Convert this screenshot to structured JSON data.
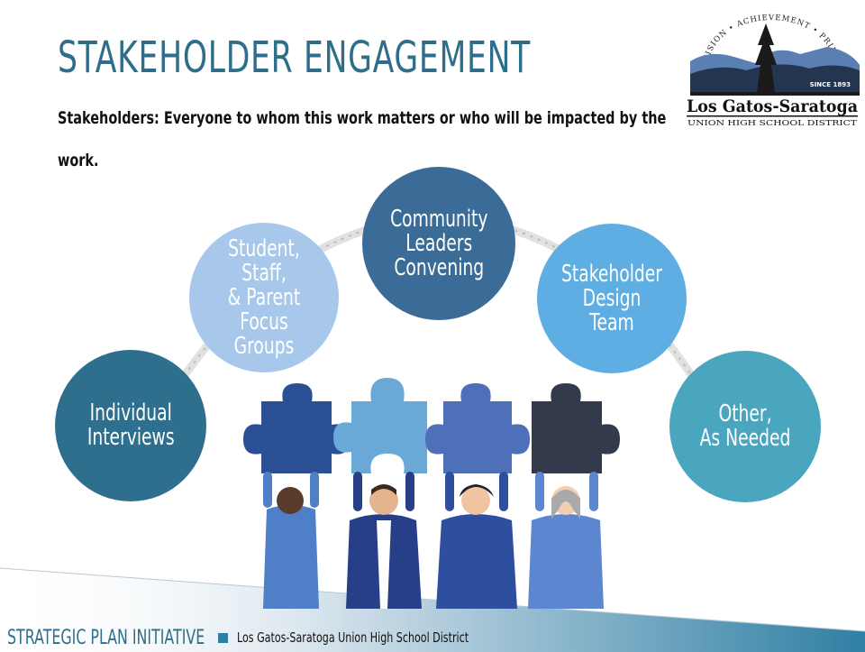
{
  "slide": {
    "title": "STAKEHOLDER ENGAGEMENT",
    "subtitle": "Stakeholders: Everyone to whom this work matters or who will be impacted by the work."
  },
  "logo": {
    "arc_text": "VISION • ACHIEVEMENT • PRIDE",
    "since": "SINCE 1893",
    "name": "Los Gatos-Saratoga",
    "district": "UNION HIGH SCHOOL DISTRICT"
  },
  "engagement_items": [
    {
      "label": "Individual\nInterviews",
      "color": "#2f6f8e"
    },
    {
      "label": "Student, Staff,\n& Parent Focus\nGroups",
      "color": "#a7c8ea"
    },
    {
      "label": "Community\nLeaders\nConvening",
      "color": "#3b6c98"
    },
    {
      "label": "Stakeholder\nDesign Team",
      "color": "#5faee3"
    },
    {
      "label": "Other,\nAs Needed",
      "color": "#4aa5bf"
    }
  ],
  "illustration": {
    "icon": "people-holding-puzzle-pieces-illustration",
    "puzzle_colors": [
      "#2b4f94",
      "#6aa8d8",
      "#4d70b8",
      "#323a4c"
    ]
  },
  "footer": {
    "initiative": "STRATEGIC PLAN INITIATIVE",
    "organization": "Los Gatos-Saratoga Union High School District"
  }
}
